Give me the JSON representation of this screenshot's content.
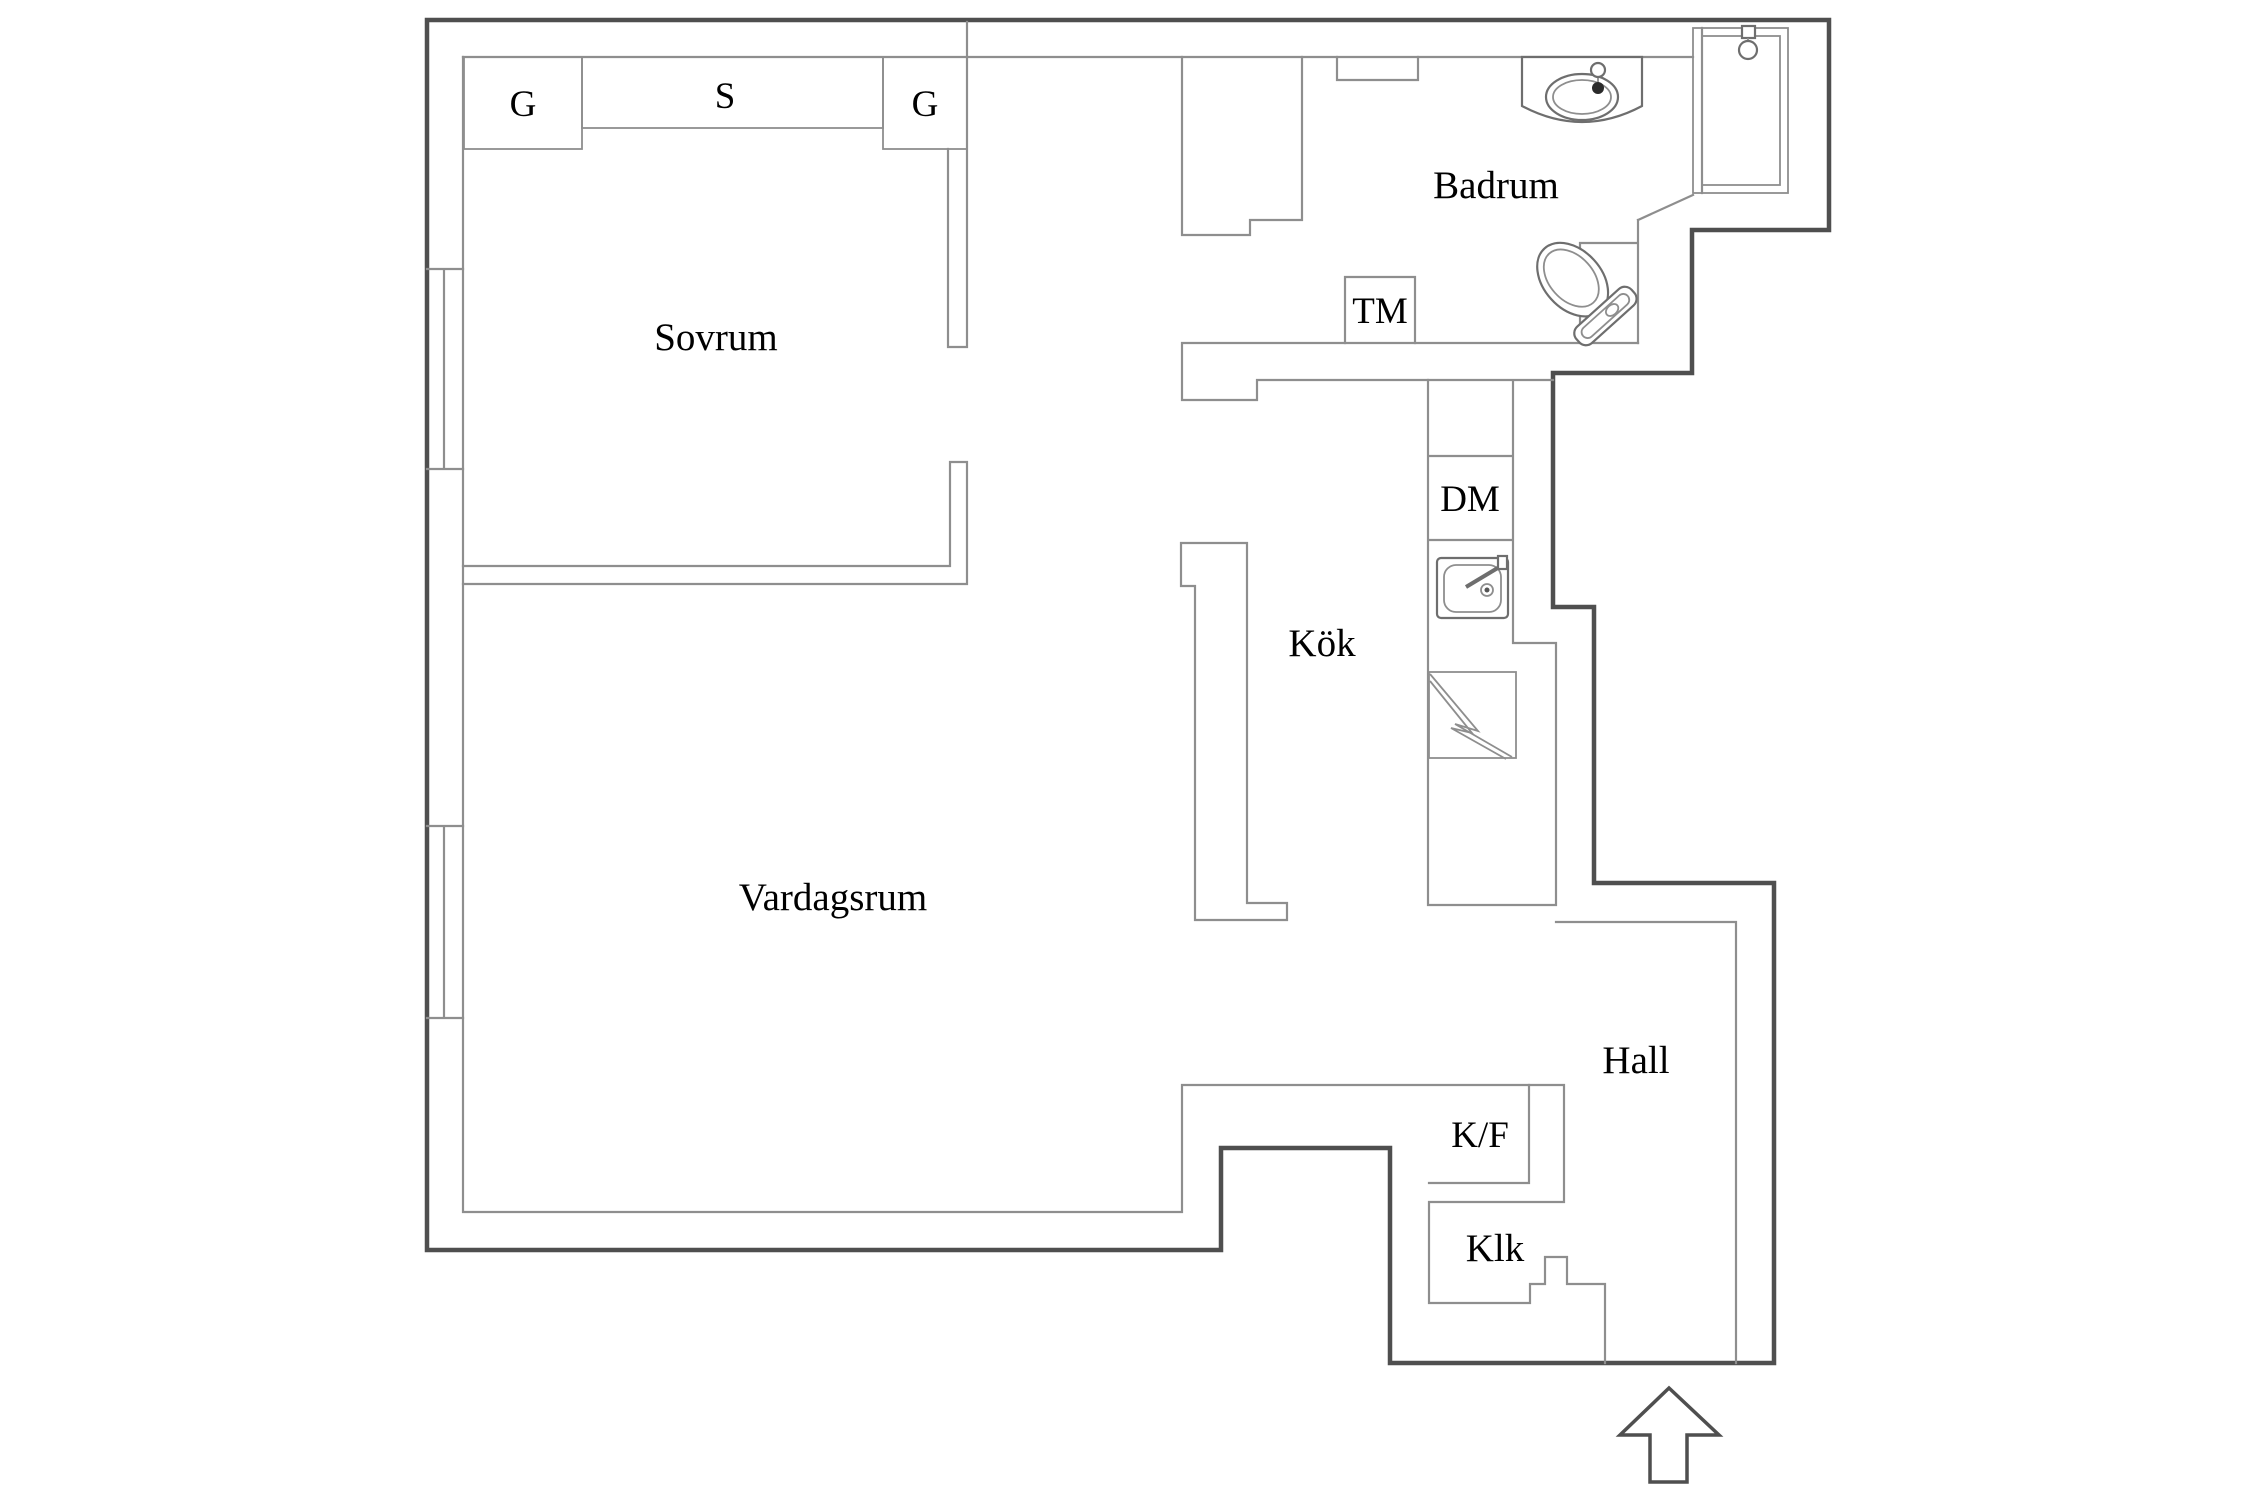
{
  "title": "Apartment floor plan",
  "labels": {
    "sovrum": "Sovrum",
    "vardagsrum": "Vardagsrum",
    "kok": "Kök",
    "badrum": "Badrum",
    "hall": "Hall",
    "klk": "Klk",
    "tm": "TM",
    "dm": "DM",
    "kf": "K/F",
    "g_left": "G",
    "s": "S",
    "g_right": "G"
  },
  "icons": {
    "bathroom_sink": "sink-icon",
    "toilet": "toilet-icon",
    "shower": "shower-icon",
    "kitchen_sink": "kitchen-sink-icon",
    "stove": "stove-icon",
    "entrance_arrow": "entrance-arrow-icon"
  },
  "colors": {
    "wall": "#4f4f4f",
    "thin_line": "#8e8e8e",
    "text": "#000000",
    "background": "#ffffff"
  }
}
